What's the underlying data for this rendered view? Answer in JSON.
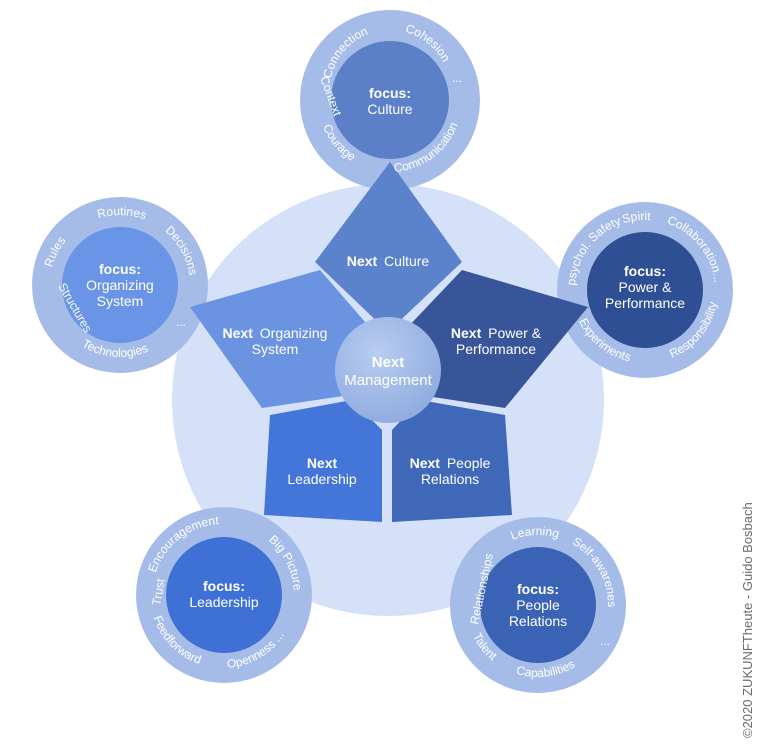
{
  "center": {
    "line1": "Next",
    "line2": "Management"
  },
  "segments": {
    "culture": {
      "bold": "Next",
      "rest": "Culture",
      "line2": ""
    },
    "power": {
      "bold": "Next",
      "rest": "Power &",
      "line2": "Performance"
    },
    "people": {
      "bold": "Next",
      "rest": "People",
      "line2": "Relations"
    },
    "leadership": {
      "bold": "Next",
      "rest": "",
      "line2": "Leadership"
    },
    "organizing": {
      "bold": "Next",
      "rest": "Organizing",
      "line2": "System"
    }
  },
  "focus": {
    "culture": {
      "label": "focus:",
      "line1": "Culture",
      "line2": ""
    },
    "power": {
      "label": "focus:",
      "line1": "Power &",
      "line2": "Performance"
    },
    "people": {
      "label": "focus:",
      "line1": "People",
      "line2": "Relations"
    },
    "leadership": {
      "label": "focus:",
      "line1": "Leadership",
      "line2": ""
    },
    "organizing": {
      "label": "focus:",
      "line1": "Organizing",
      "line2": "System"
    }
  },
  "ring_words": {
    "culture": [
      "Connection",
      "Cohesion",
      "...",
      "Communication",
      "Courage",
      "Context"
    ],
    "power": [
      "psychol. Safety",
      "Spirit",
      "Collaboration...",
      "Responsibility",
      "Experiments"
    ],
    "people": [
      "Learning",
      "Self-awareness",
      "...",
      "Capabilities",
      "Talent",
      "Relationships"
    ],
    "leadership": [
      "Encouragement",
      "Big Picture",
      "Openness ...",
      "Feedforward",
      "Trust"
    ],
    "organizing": [
      "Routines",
      "Decisions",
      "...",
      "Technologies",
      "Structures",
      "Rules"
    ]
  },
  "copyright": "©2020 ZUKUNFTheute - Guido Bosbach",
  "colors": {
    "background_circle": "#d4e1f8",
    "culture": "#5b83cc",
    "power": "#38559a",
    "people": "#3f68b9",
    "leadership": "#4376d8",
    "organizing": "#6a94e2",
    "center": "#9cb6e6"
  }
}
